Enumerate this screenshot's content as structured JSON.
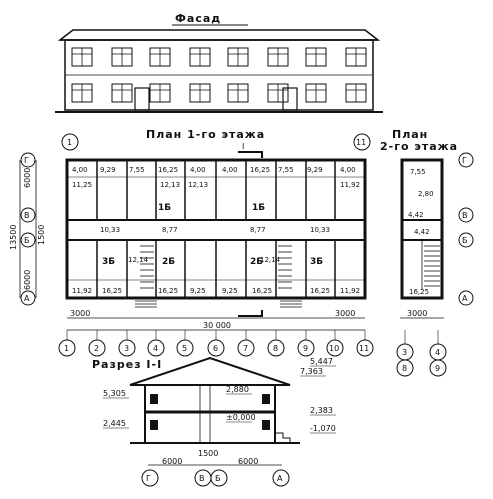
{
  "titles": {
    "facade": "Фасад",
    "plan1": "План 1-го этажа",
    "plan2_line1": "План",
    "plan2_line2": "2-го этажа",
    "section": "Разрез I-I",
    "cut_mark": "I"
  },
  "axes_numeric": [
    "1",
    "2",
    "3",
    "4",
    "5",
    "6",
    "7",
    "8",
    "9",
    "10",
    "11"
  ],
  "axes_letter": [
    "Г",
    "В",
    "Б",
    "А"
  ],
  "plan2_axes": {
    "top": [
      "3",
      "4"
    ],
    "bottom": [
      "8",
      "9"
    ]
  },
  "plan1_top_labels": [
    "4,00",
    "9,29",
    "7,55",
    "16,25",
    "4,00",
    "4,00",
    "16,25",
    "7,55",
    "9,29",
    "4,00"
  ],
  "plan1_row2_labels": [
    "11,25",
    "12,13",
    "12,13",
    "11,92"
  ],
  "plan1_mid_labels": [
    "10,33",
    "8,77",
    "8,77",
    "10,33"
  ],
  "plan1_stair_labels": [
    "12,14",
    "12,14"
  ],
  "plan1_bottom_labels": [
    "11,92",
    "16,25",
    "16,25",
    "9,25",
    "9,25",
    "16,25",
    "16,25",
    "11,92"
  ],
  "plan1_room_labels": [
    "1Б",
    "1Б",
    "3Б",
    "2Б",
    "2Б",
    "3Б"
  ],
  "plan2_labels": [
    "7,55",
    "2,80",
    "4,42",
    "4,42",
    "16,25"
  ],
  "dims_horizontal": {
    "left": "3000",
    "total": "30 000",
    "right": "3000",
    "plan2": "3000"
  },
  "dims_vertical": {
    "top": "6000",
    "mid": "1500",
    "bottom": "6000",
    "total": "13500"
  },
  "section_elevations": [
    "7,363",
    "5,447",
    "5,305",
    "2,880",
    "2,383",
    "±0,000",
    "2,445",
    "-1,070"
  ],
  "section_dims": [
    "6000",
    "1500",
    "6000"
  ]
}
